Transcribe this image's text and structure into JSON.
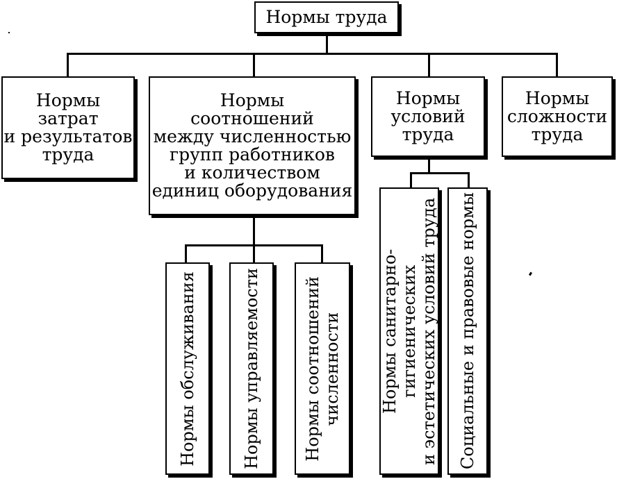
{
  "root": {
    "label": "Нормы труда"
  },
  "level1": [
    {
      "id": "costs",
      "label": "Нормы\nзатрат\nи результатов\nтруда"
    },
    {
      "id": "ratios",
      "label": "Нормы\nсоотношений\nмежду численностью\nгрупп работников\nи количеством\nединиц оборудования"
    },
    {
      "id": "conditions",
      "label": "Нормы\nусловий\nтруда"
    },
    {
      "id": "complexity",
      "label": "Нормы\nсложности\nтруда"
    }
  ],
  "ratios_children": [
    {
      "id": "service",
      "label": "Нормы обслуживания"
    },
    {
      "id": "manageability",
      "label": "Нормы управляемости"
    },
    {
      "id": "headcount",
      "label": "Нормы соотношений\nчисленности"
    }
  ],
  "conditions_children": [
    {
      "id": "sanitary",
      "label": "Нормы санитарно-гигиенических\nи эстетических условий труда"
    },
    {
      "id": "social",
      "label": "Социальные и правовые нормы"
    }
  ]
}
